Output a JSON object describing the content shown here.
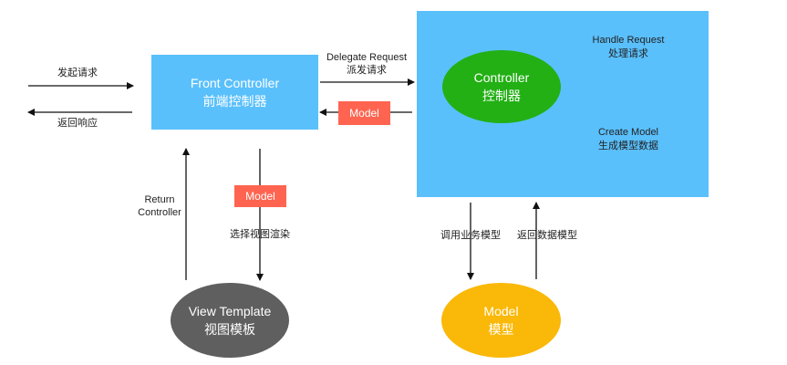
{
  "nodes": {
    "front_controller": {
      "title": "Front Controller",
      "subtitle": "前端控制器",
      "color": "#5ac0fc"
    },
    "controller_area": {
      "color": "#5ac0fc"
    },
    "controller": {
      "title": "Controller",
      "subtitle": "控制器",
      "color": "#22b014"
    },
    "view_template": {
      "title": "View Template",
      "subtitle": "视图模板",
      "color": "#5f5f5f"
    },
    "model": {
      "title": "Model",
      "subtitle": "模型",
      "color": "#fab808"
    }
  },
  "tags": {
    "model_return": "Model",
    "model_render": "Model",
    "tag_color": "#ff6450"
  },
  "labels": {
    "send_request": "发起请求",
    "return_response": "返回响应",
    "delegate_request_en": "Delegate Request",
    "delegate_request_zh": "派发请求",
    "handle_request_en": "Handle Request",
    "handle_request_zh": "处理请求",
    "create_model_en": "Create Model",
    "create_model_zh": "生成模型数据",
    "return_controller_1": "Return",
    "return_controller_2": "Controller",
    "choose_view": "选择视图渲染",
    "call_business_model": "调用业务模型",
    "return_data_model": "返回数据模型"
  }
}
